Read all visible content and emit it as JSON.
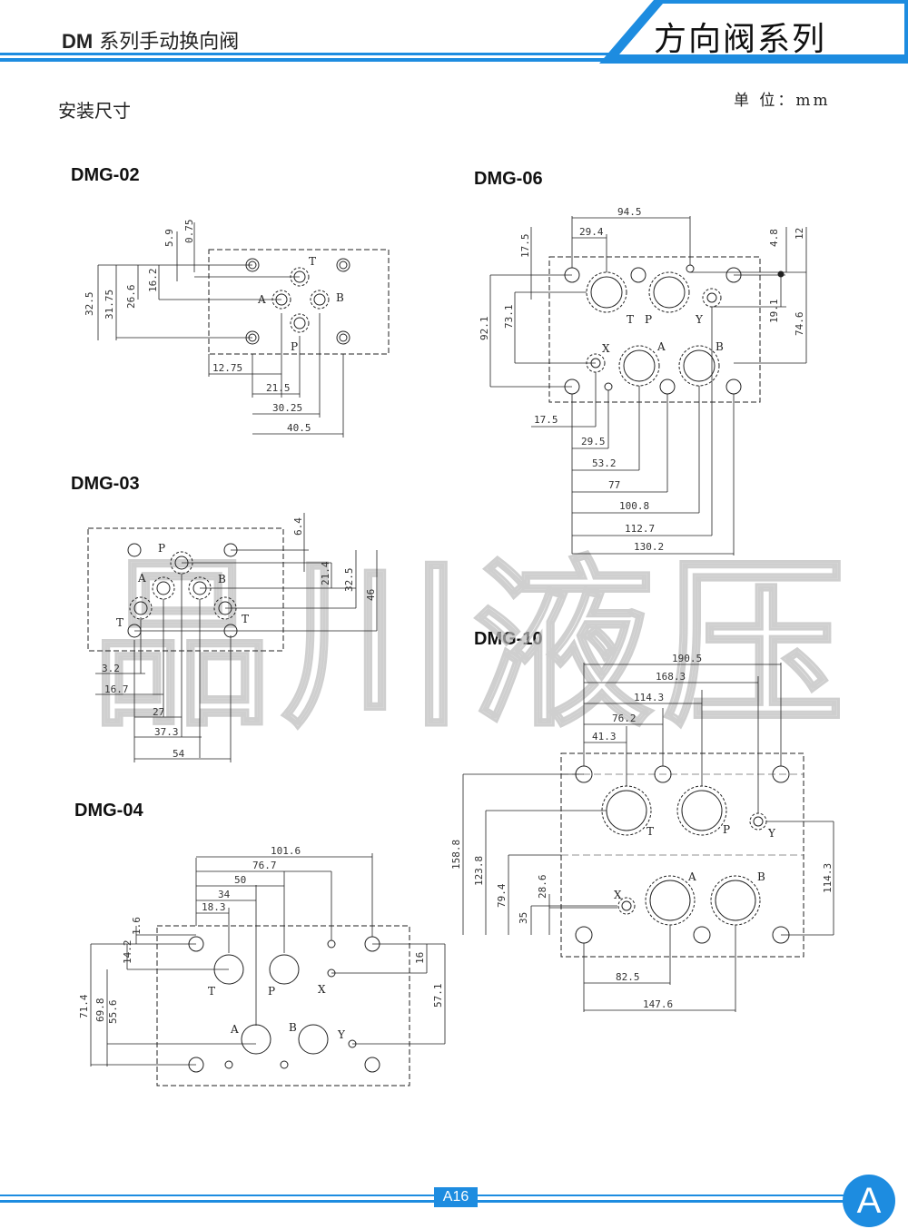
{
  "header": {
    "series_prefix": "DM",
    "series_title": "系列手动换向阀",
    "tab_title": "方向阀系列"
  },
  "section_title": "安装尺寸",
  "unit": "单 位：mm",
  "models": [
    "DMG-02",
    "DMG-03",
    "DMG-04",
    "DMG-06",
    "DMG-10"
  ],
  "watermark": "品川液压",
  "dims": {
    "dmg02": {
      "top": [
        "5.9",
        "0.75"
      ],
      "left": [
        "32.5",
        "31.75",
        "26.6",
        "16.2"
      ],
      "bottom": [
        "12.75",
        "21.5",
        "30.25",
        "40.5"
      ],
      "ports": [
        "T",
        "A",
        "B",
        "P"
      ]
    },
    "dmg03": {
      "right": [
        "6.4",
        "21.4",
        "32.5",
        "46"
      ],
      "bottom": [
        "3.2",
        "16.7",
        "27",
        "37.3",
        "54"
      ],
      "ports": [
        "P",
        "A",
        "B",
        "T",
        "T"
      ]
    },
    "dmg04": {
      "top": [
        "101.6",
        "76.7",
        "50",
        "34",
        "18.3"
      ],
      "left": [
        "1.6",
        "14.2",
        "55.6",
        "69.8",
        "71.4"
      ],
      "right": [
        "16",
        "57.1"
      ],
      "ports": [
        "T",
        "P",
        "X",
        "A",
        "B",
        "Y"
      ]
    },
    "dmg06": {
      "top": [
        "94.5",
        "29.4"
      ],
      "left_top": [
        "17.5"
      ],
      "left": [
        "92.1",
        "73.1"
      ],
      "right": [
        "4.8",
        "12",
        "19.1",
        "74.6"
      ],
      "bottom": [
        "17.5",
        "29.5",
        "53.2",
        "77",
        "100.8",
        "112.7",
        "130.2"
      ],
      "ports": [
        "T",
        "P",
        "Y",
        "X",
        "A",
        "B"
      ]
    },
    "dmg10": {
      "top": [
        "190.5",
        "168.3",
        "114.3",
        "76.2",
        "41.3"
      ],
      "left": [
        "158.8",
        "123.8",
        "79.4",
        "35",
        "28.6"
      ],
      "right": [
        "114.3"
      ],
      "bottom": [
        "82.5",
        "147.6"
      ],
      "ports": [
        "T",
        "P",
        "Y",
        "X",
        "A",
        "B"
      ]
    }
  },
  "footer": {
    "page": "A16",
    "section": "A"
  },
  "colors": {
    "accent": "#1d8ce0",
    "line": "#222222"
  }
}
